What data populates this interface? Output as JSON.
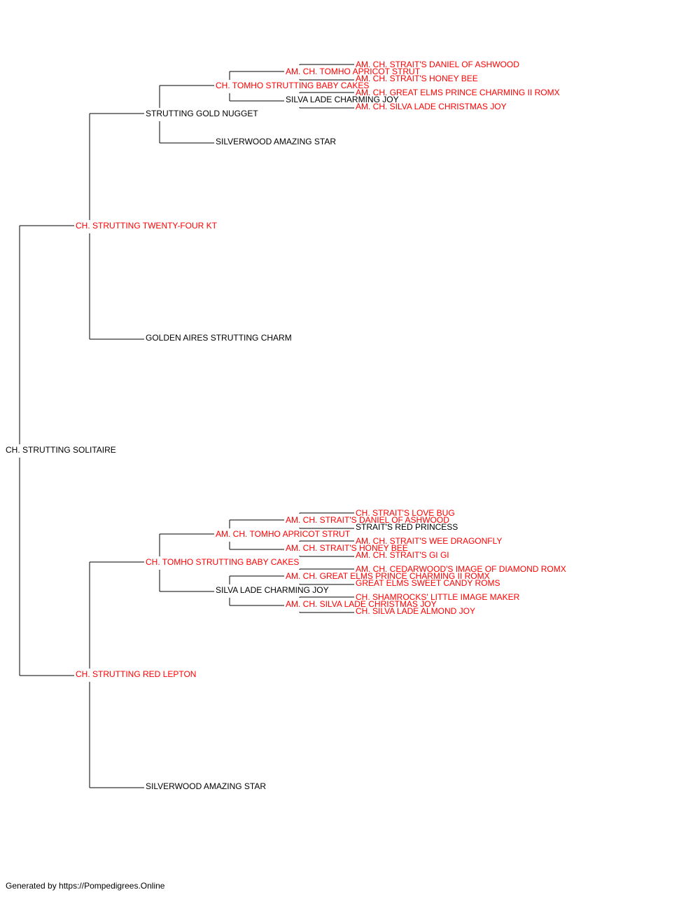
{
  "colors": {
    "champion": "#ff0000",
    "normal": "#000000",
    "line": "#000000"
  },
  "footer": "Generated by https://Pompedigrees.Online",
  "pedigree": {
    "name": "CH. STRUTTING SOLITAIRE",
    "champion": false,
    "parents": [
      {
        "name": "CH. STRUTTING TWENTY-FOUR KT",
        "champion": true,
        "parents": [
          {
            "name": "STRUTTING GOLD NUGGET",
            "champion": false,
            "parents": [
              {
                "name": "CH. TOMHO STRUTTING BABY CAKES",
                "champion": true,
                "parents": [
                  {
                    "name": "AM. CH. TOMHO APRICOT STRUT",
                    "champion": true,
                    "parents": [
                      {
                        "name": "AM. CH. STRAIT'S DANIEL OF ASHWOOD",
                        "champion": true
                      },
                      {
                        "name": "AM. CH. STRAIT'S HONEY BEE",
                        "champion": true
                      }
                    ]
                  },
                  {
                    "name": "SILVA LADE CHARMING JOY",
                    "champion": false,
                    "parents": [
                      {
                        "name": "AM. CH. GREAT ELMS PRINCE CHARMING II ROMX",
                        "champion": true
                      },
                      {
                        "name": "AM. CH. SILVA LADE CHRISTMAS JOY",
                        "champion": true
                      }
                    ]
                  }
                ]
              },
              {
                "name": "SILVERWOOD AMAZING STAR",
                "champion": false
              }
            ]
          },
          {
            "name": "GOLDEN AIRES STRUTTING CHARM",
            "champion": false
          }
        ]
      },
      {
        "name": "CH. STRUTTING RED LEPTON",
        "champion": true,
        "parents": [
          {
            "name": "CH. TOMHO STRUTTING BABY CAKES",
            "champion": true,
            "parents": [
              {
                "name": "AM. CH. TOMHO APRICOT STRUT",
                "champion": true,
                "parents": [
                  {
                    "name": "AM. CH. STRAIT'S DANIEL OF ASHWOOD",
                    "champion": true,
                    "parents": [
                      {
                        "name": "CH. STRAIT'S LOVE BUG",
                        "champion": true
                      },
                      {
                        "name": "STRAIT'S RED PRINCESS",
                        "champion": false
                      }
                    ]
                  },
                  {
                    "name": "AM. CH. STRAIT'S HONEY BEE",
                    "champion": true,
                    "parents": [
                      {
                        "name": "AM. CH. STRAIT'S WEE DRAGONFLY",
                        "champion": true
                      },
                      {
                        "name": "AM. CH. STRAIT'S GI GI",
                        "champion": true
                      }
                    ]
                  }
                ]
              },
              {
                "name": "SILVA LADE CHARMING JOY",
                "champion": false,
                "parents": [
                  {
                    "name": "AM. CH. GREAT ELMS PRINCE CHARMING II ROMX",
                    "champion": true,
                    "parents": [
                      {
                        "name": "AM. CH. CEDARWOOD'S IMAGE OF DIAMOND ROMX",
                        "champion": true
                      },
                      {
                        "name": "GREAT ELMS SWEET CANDY ROMS",
                        "champion": true
                      }
                    ]
                  },
                  {
                    "name": "AM. CH. SILVA LADE CHRISTMAS JOY",
                    "champion": true,
                    "parents": [
                      {
                        "name": "CH. SHAMROCKS' LITTLE IMAGE MAKER",
                        "champion": true
                      },
                      {
                        "name": "CH. SILVA LADE ALMOND JOY",
                        "champion": true
                      }
                    ]
                  }
                ]
              }
            ]
          },
          {
            "name": "SILVERWOOD AMAZING STAR",
            "champion": false
          }
        ]
      }
    ]
  }
}
